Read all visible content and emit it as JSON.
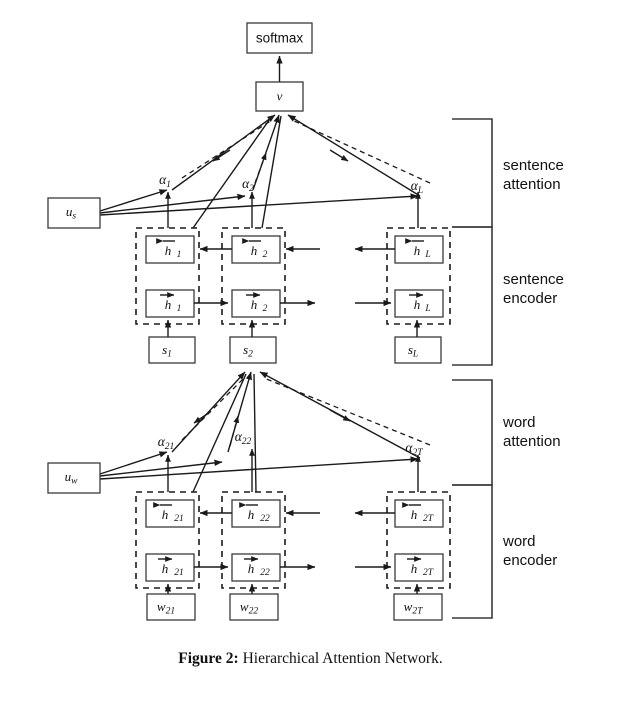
{
  "figure": {
    "caption_label": "Figure 2:",
    "caption_text": "Hierarchical Attention Network.",
    "title": "Hierarchical Attention Network"
  },
  "colors": {
    "background": "#ffffff",
    "stroke": "#1a1a1a",
    "box_stroke": "#3a3a3a",
    "text": "#111111"
  },
  "nodes": {
    "softmax": {
      "label": "softmax"
    },
    "v": {
      "label": "v"
    },
    "u_s": {
      "label": "u",
      "sub": "s"
    },
    "u_w": {
      "label": "u",
      "sub": "w"
    }
  },
  "sentence_attention": {
    "alphas": [
      {
        "label": "α",
        "sub": "1"
      },
      {
        "label": "α",
        "sub": "2"
      },
      {
        "label": "α",
        "sub": "L"
      }
    ]
  },
  "sentence_encoder": {
    "backward_states": [
      {
        "label": "h",
        "sub": "1"
      },
      {
        "label": "h",
        "sub": "2"
      },
      {
        "label": "h",
        "sub": "L"
      }
    ],
    "forward_states": [
      {
        "label": "h",
        "sub": "1"
      },
      {
        "label": "h",
        "sub": "2"
      },
      {
        "label": "h",
        "sub": "L"
      }
    ],
    "inputs": [
      {
        "label": "s",
        "sub": "1"
      },
      {
        "label": "s",
        "sub": "2"
      },
      {
        "label": "s",
        "sub": "L"
      }
    ]
  },
  "word_attention": {
    "alphas": [
      {
        "label": "α",
        "sub": "21"
      },
      {
        "label": "α",
        "sub": "22"
      },
      {
        "label": "α",
        "sub": "2T"
      }
    ]
  },
  "word_encoder": {
    "backward_states": [
      {
        "label": "h",
        "sub": "21"
      },
      {
        "label": "h",
        "sub": "22"
      },
      {
        "label": "h",
        "sub": "2T"
      }
    ],
    "forward_states": [
      {
        "label": "h",
        "sub": "21"
      },
      {
        "label": "h",
        "sub": "22"
      },
      {
        "label": "h",
        "sub": "2T"
      }
    ],
    "inputs": [
      {
        "label": "w",
        "sub": "21"
      },
      {
        "label": "w",
        "sub": "22"
      },
      {
        "label": "w",
        "sub": "2T"
      }
    ]
  },
  "side_labels": [
    {
      "line1": "sentence",
      "line2": "attention"
    },
    {
      "line1": "sentence",
      "line2": "encoder"
    },
    {
      "line1": "word",
      "line2": "attention"
    },
    {
      "line1": "word",
      "line2": "encoder"
    }
  ]
}
